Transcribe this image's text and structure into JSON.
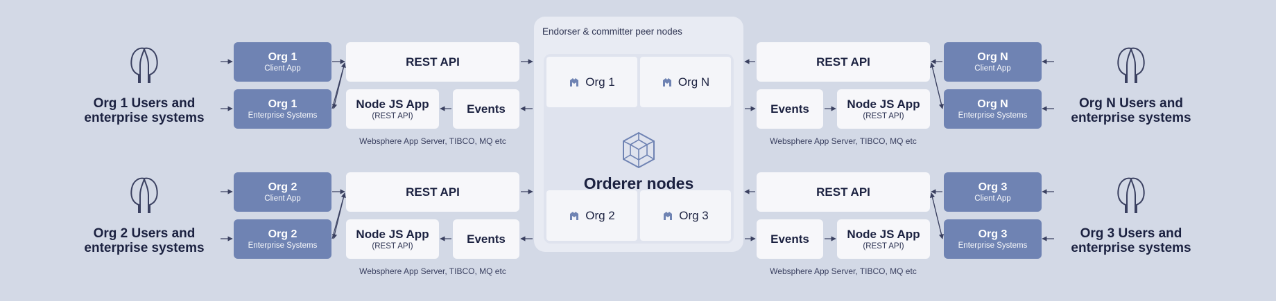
{
  "colors": {
    "background": "#d3d9e6",
    "org_box": "#6f83b3",
    "white_box": "#f7f7fa",
    "text_dark": "#1b2140",
    "arrow": "#3a4060"
  },
  "icons": {
    "user": "two-head-profile-icon",
    "peer": "hyperledger-fabric-icon",
    "orderer": "cube-network-icon"
  },
  "center": {
    "title": "Endorser & committer peer nodes",
    "orderer_label": "Orderer nodes",
    "peers": [
      "Org 1",
      "Org N",
      "Org 2",
      "Org 3"
    ]
  },
  "groups": [
    {
      "id": "org1",
      "side": "left",
      "user_label": "Org 1 Users and enterprise systems",
      "client_title": "Org 1",
      "client_sub": "Client App",
      "enterprise_title": "Org 1",
      "enterprise_sub": "Enterprise Systems",
      "rest_api": "REST API",
      "node_title": "Node JS App",
      "node_sub": "(REST API)",
      "events": "Events",
      "caption": "Websphere App Server, TIBCO, MQ etc"
    },
    {
      "id": "org2",
      "side": "left",
      "user_label": "Org 2 Users and enterprise systems",
      "client_title": "Org 2",
      "client_sub": "Client App",
      "enterprise_title": "Org 2",
      "enterprise_sub": "Enterprise Systems",
      "rest_api": "REST API",
      "node_title": "Node JS App",
      "node_sub": "(REST API)",
      "events": "Events",
      "caption": "Websphere App Server, TIBCO, MQ etc"
    },
    {
      "id": "orgn",
      "side": "right",
      "user_label": "Org N Users and enterprise systems",
      "client_title": "Org N",
      "client_sub": "Client App",
      "enterprise_title": "Org N",
      "enterprise_sub": "Enterprise Systems",
      "rest_api": "REST API",
      "node_title": "Node JS App",
      "node_sub": "(REST API)",
      "events": "Events",
      "caption": "Websphere App Server, TIBCO, MQ etc"
    },
    {
      "id": "org3",
      "side": "right",
      "user_label": "Org 3 Users and enterprise systems",
      "client_title": "Org 3",
      "client_sub": "Client App",
      "enterprise_title": "Org 3",
      "enterprise_sub": "Enterprise Systems",
      "rest_api": "REST API",
      "node_title": "Node JS App",
      "node_sub": "(REST API)",
      "events": "Events",
      "caption": "Websphere App Server, TIBCO, MQ etc"
    }
  ]
}
